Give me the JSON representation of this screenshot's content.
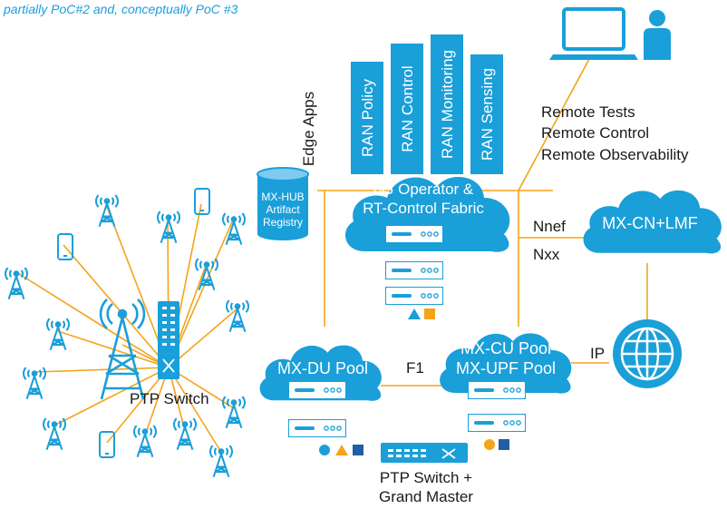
{
  "caption": "partially PoC#2 and, conceptually PoC #3",
  "apps": {
    "edge_label": "Edge Apps",
    "items": [
      "RAN Policy",
      "RAN Control",
      "RAN Monitoring",
      "RAN Sensing"
    ]
  },
  "hub": {
    "line1": "MX-HUB",
    "line2": "Artifact",
    "line3": "Registry"
  },
  "fabric": {
    "line1": "6G Operator &",
    "line2": "RT-Control Fabric"
  },
  "remote": {
    "line1": "Remote Tests",
    "line2": "Remote Control",
    "line3": "Remote Observability"
  },
  "cn": {
    "label": "MX-CN+LMF",
    "nnef": "Nnef",
    "nxx": "Nxx"
  },
  "du": {
    "label": "MX-DU Pool"
  },
  "cu": {
    "line1": "MX-CU Pool",
    "line2": "MX-UPF Pool"
  },
  "links": {
    "f1": "F1",
    "ip": "IP"
  },
  "ptp_switch": {
    "label": "PTP Switch"
  },
  "grandmaster": {
    "line1": "PTP Switch +",
    "line2": "Grand Master"
  },
  "colors": {
    "blue": "#1a9fd9",
    "orange": "#f5a31a",
    "navy": "#1f5fa6",
    "white": "#ffffff",
    "text": "#1a1a1a"
  }
}
